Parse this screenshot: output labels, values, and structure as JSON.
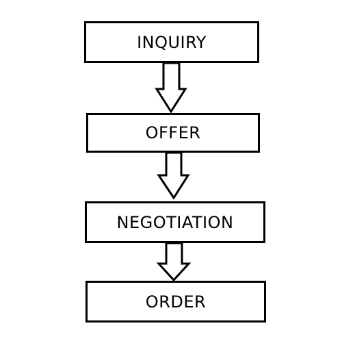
{
  "flow": {
    "steps": [
      {
        "label": "INQUIRY"
      },
      {
        "label": "OFFER"
      },
      {
        "label": "NEGOTIATION"
      },
      {
        "label": "ORDER"
      }
    ]
  },
  "colors": {
    "stroke": "#000000",
    "fill": "#ffffff",
    "text": "#000000"
  }
}
